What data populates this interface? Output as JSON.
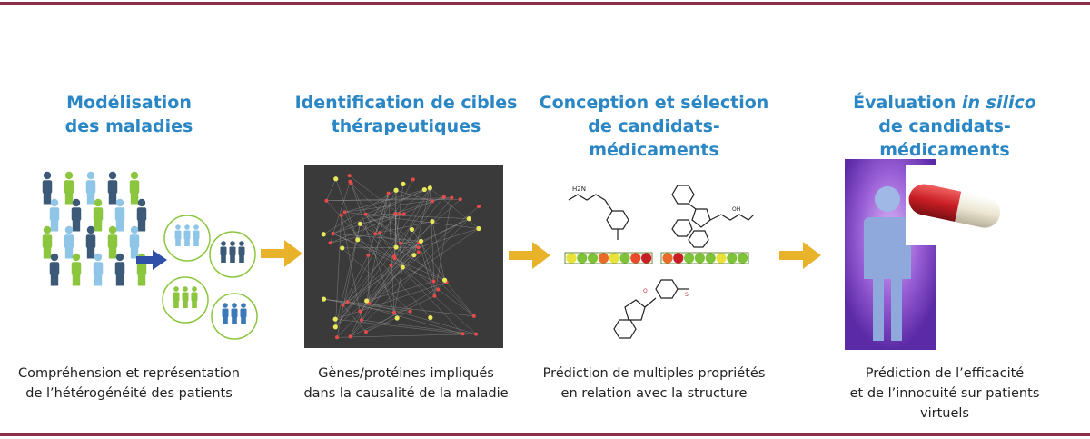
{
  "stages": [
    {
      "title_line1": "Modélisation",
      "title_line2": "des maladies",
      "caption_line1": "Compréhension et représentation",
      "caption_line2": "de l’hétérogénéité des patients"
    },
    {
      "title_line1": "Identification de cibles",
      "title_line2": "thérapeutiques",
      "caption_line1": "Gènes/protéines impliqués",
      "caption_line2": "dans la causalité de la maladie"
    },
    {
      "title_line1": "Conception et sélection",
      "title_line2": "de candidats-médicaments",
      "caption_line1": "Prédiction de multiples propriétés",
      "caption_line2": "en relation avec la structure"
    },
    {
      "title_line1_prefix": "Évaluation ",
      "title_line1_italic": "in silico",
      "title_line2": "de candidats-médicaments",
      "caption_line1": "Prédiction de l’efficacité",
      "caption_line2": "et de l’innocuité sur patients virtuels"
    }
  ],
  "colors": {
    "title": "#2a86c4",
    "rule": "#8a3048",
    "arrow": "#e8b32a",
    "blue_arrow": "#2f4fa8",
    "person_green": "#8cc63f",
    "person_navy": "#3c5a78",
    "person_lightblue": "#8fc5e6"
  },
  "icons": [
    "people-crowd-icon",
    "patient-group-icon",
    "network-graph-icon",
    "molecule-icon",
    "virtual-patient-icon",
    "pill-capsule-icon",
    "right-arrow-icon"
  ]
}
